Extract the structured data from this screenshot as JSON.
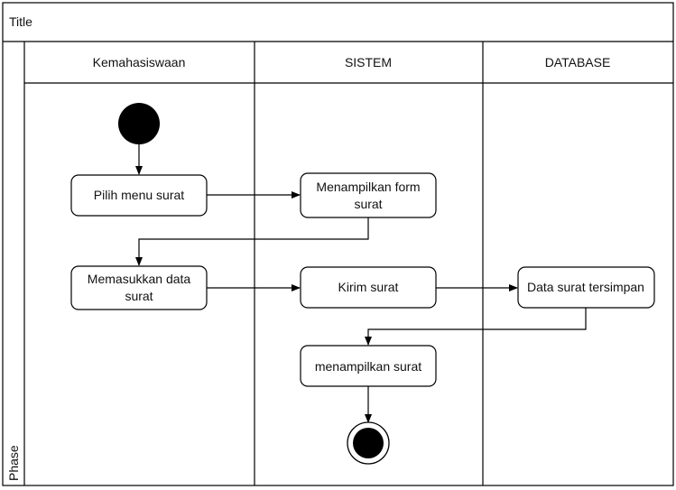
{
  "diagram": {
    "title": "Title",
    "phase_label": "Phase",
    "lanes": [
      {
        "label": "Kemahasiswaan"
      },
      {
        "label": "SISTEM"
      },
      {
        "label": "DATABASE"
      }
    ],
    "actions": {
      "pilih_menu": {
        "lines": [
          "Pilih menu surat"
        ]
      },
      "menampilkan_form": {
        "lines": [
          "Menampilkan form",
          "surat"
        ]
      },
      "memasukkan_data": {
        "lines": [
          "Memasukkan data",
          "surat"
        ]
      },
      "kirim_surat": {
        "lines": [
          "Kirim surat"
        ]
      },
      "data_tersimpan": {
        "lines": [
          "Data surat tersimpan"
        ]
      },
      "menampilkan_surat": {
        "lines": [
          "menampilkan surat"
        ]
      }
    }
  }
}
